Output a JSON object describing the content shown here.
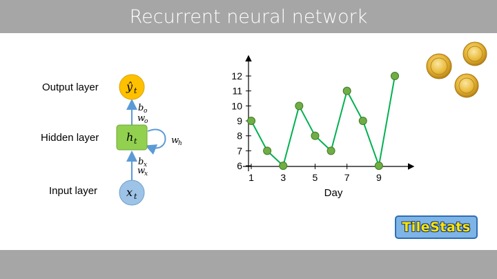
{
  "header": {
    "title": "Recurrent neural network"
  },
  "diagram": {
    "output_layer_label": "Output layer",
    "hidden_layer_label": "Hidden layer",
    "input_layer_label": "Input layer",
    "output_node": "ŷ",
    "output_node_sub": "t",
    "hidden_node": "h",
    "hidden_node_sub": "t",
    "input_node": "x",
    "input_node_sub": "t",
    "b_o": "b",
    "b_o_sub": "o",
    "w_o": "w",
    "w_o_sub": "o",
    "b_x": "b",
    "b_x_sub": "x",
    "w_x": "w",
    "w_x_sub": "x",
    "w_h": "w",
    "w_h_sub": "h",
    "colors": {
      "output": "#ffc000",
      "hidden": "#92d050",
      "input": "#9dc3e6",
      "arrow": "#5b9bd5"
    }
  },
  "chart_data": {
    "type": "line",
    "x": [
      1,
      2,
      3,
      4,
      5,
      6,
      7,
      8,
      9,
      10
    ],
    "values": [
      9,
      7,
      6,
      10,
      8,
      7,
      11,
      9,
      6,
      12
    ],
    "xticks": [
      "1",
      "3",
      "5",
      "7",
      "9"
    ],
    "yticks": [
      "6",
      "7",
      "8",
      "9",
      "10",
      "11",
      "12"
    ],
    "xlabel": "Day",
    "ylabel": "",
    "xlim": [
      1,
      11
    ],
    "ylim": [
      6,
      13
    ],
    "line_color": "#00b050",
    "marker_color": "#70ad47"
  },
  "branding": {
    "logo_text": "TileStats",
    "logo_bg": "#7fb4e6",
    "logo_text_color": "#ffe600"
  }
}
